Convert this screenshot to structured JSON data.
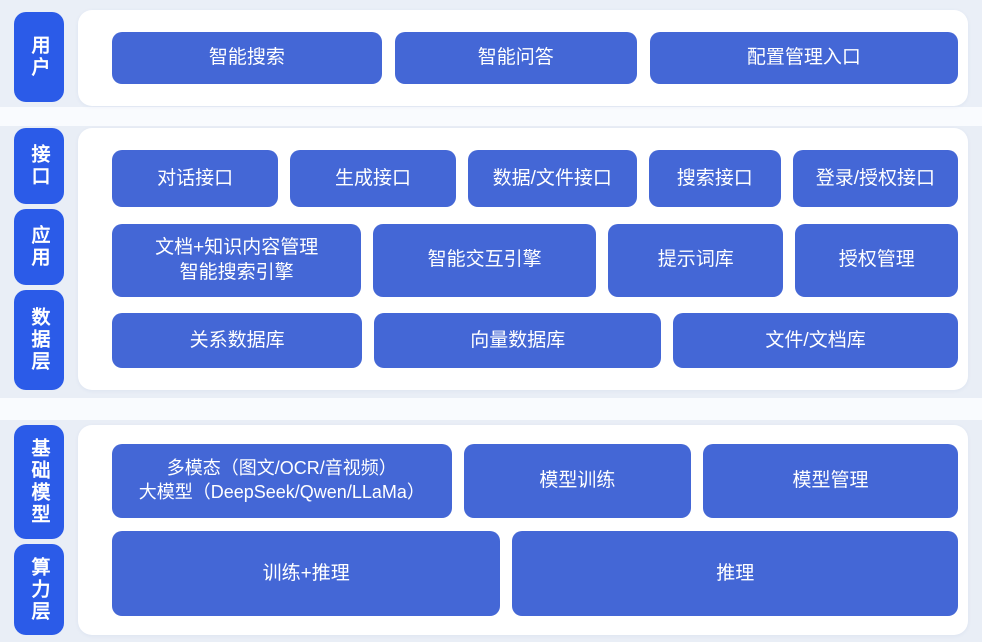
{
  "colors": {
    "page_background": "#e9eef6",
    "panel_background": "#ffffff",
    "layer_label_blue": "#2b5be8",
    "block_blue": "#4467d6",
    "text_white": "#ffffff"
  },
  "sections": [
    {
      "name": "user-layer",
      "labels": [
        {
          "text": "用户"
        }
      ],
      "rows": [
        {
          "buttons": [
            {
              "label": "智能搜索"
            },
            {
              "label": "智能问答"
            },
            {
              "label": "配置管理入口"
            }
          ]
        }
      ]
    },
    {
      "name": "interface-application-data-layers",
      "labels": [
        {
          "text": "接口"
        },
        {
          "text": "应用"
        },
        {
          "text": "数据层"
        }
      ],
      "rows": [
        {
          "buttons": [
            {
              "label": "对话接口"
            },
            {
              "label": "生成接口"
            },
            {
              "label": "数据/文件接口"
            },
            {
              "label": "搜索接口"
            },
            {
              "label": "登录/授权接口"
            }
          ]
        },
        {
          "buttons": [
            {
              "label": "文档+知识内容管理\n智能搜索引擎"
            },
            {
              "label": "智能交互引擎"
            },
            {
              "label": "提示词库"
            },
            {
              "label": "授权管理"
            }
          ]
        },
        {
          "buttons": [
            {
              "label": "关系数据库"
            },
            {
              "label": "向量数据库"
            },
            {
              "label": "文件/文档库"
            }
          ]
        }
      ]
    },
    {
      "name": "foundation-model-compute-layers",
      "labels": [
        {
          "text": "基础模型"
        },
        {
          "text": "算力层"
        }
      ],
      "rows": [
        {
          "buttons": [
            {
              "label": "多模态（图文/OCR/音视频）\n大模型（DeepSeek/Qwen/LLaMa）"
            },
            {
              "label": "模型训练"
            },
            {
              "label": "模型管理"
            }
          ]
        },
        {
          "buttons": [
            {
              "label": "训练+推理"
            },
            {
              "label": "推理"
            }
          ]
        }
      ]
    }
  ]
}
